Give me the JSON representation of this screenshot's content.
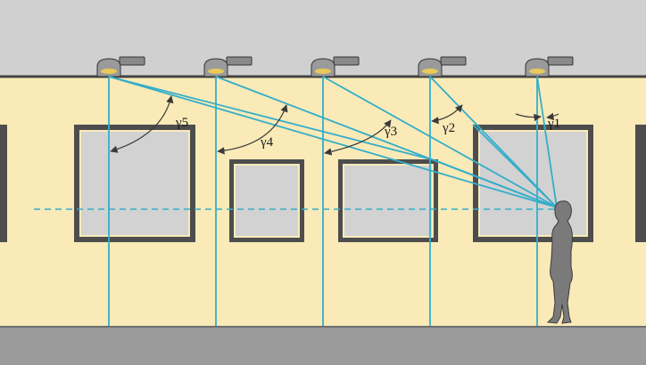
{
  "angle_labels": {
    "g1": "γ1",
    "g2": "γ2",
    "g3": "γ3",
    "g4": "γ4",
    "g5": "γ5"
  },
  "colors": {
    "ceiling": "#d0d0d0",
    "wall": "#f9eab8",
    "floor": "#9b9b9b",
    "sight_line": "#34aec9",
    "frame": "#4d4d4d",
    "painting": "#d2d2d2",
    "person": "#7a7a7a",
    "arc": "#3a3a3a"
  }
}
